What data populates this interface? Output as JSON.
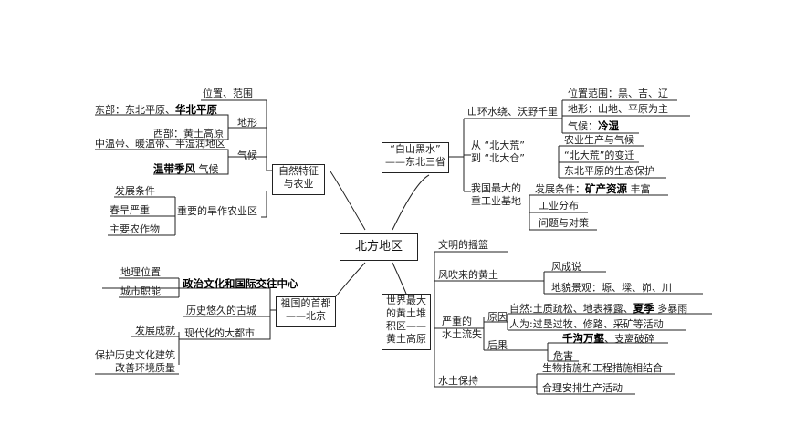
{
  "center": "北方地区",
  "left_top": {
    "node": [
      "自然特征",
      "与农业"
    ],
    "location": "位置、范围",
    "terrain_label": "地形",
    "terrain_east_prefix": "东部：东北平原、",
    "terrain_east_bold": "华北平原",
    "terrain_west": "西部：黄土高原",
    "climate_label": "气候",
    "climate_zones": "中温带、暖温带、半湿润地区",
    "climate_monsoon_bold": "温带季风",
    "climate_monsoon_suffix": " 气候",
    "agri_label": "重要的旱作农业区",
    "agri_items": [
      "发展条件",
      "春旱严重",
      "主要农作物"
    ]
  },
  "right_top": {
    "node": [
      "“白山黑水”",
      "——东北三省"
    ],
    "b1_label": "山环水绕、沃野千里",
    "b1_items": [
      "位置范围：黑、吉、辽",
      "地形：山地、平原为主"
    ],
    "b1_climate_prefix": "气候：",
    "b1_climate_bold": "冷湿",
    "b2_label": [
      "从 “北大荒”",
      "到 “北大仓”"
    ],
    "b2_items": [
      "农业生产与气候",
      "“北大荒”的变迁",
      "东北平原的生态保护"
    ],
    "b3_label": [
      "我国最大的",
      "重工业基地"
    ],
    "b3_cond_prefix": "发展条件：",
    "b3_cond_bold": "矿产资源",
    "b3_cond_suffix": "  丰富",
    "b3_items": [
      "工业分布",
      "问题与对策"
    ]
  },
  "left_bottom": {
    "node": [
      "祖国的首都",
      "——北京"
    ],
    "function_bold": "政治文化和国际交往中心",
    "items_left": [
      "地理位置",
      "城市职能"
    ],
    "ancient": "历史悠久的古城",
    "modern": "现代化的大都市",
    "modern_items": [
      "发展成就",
      "保护历史文化建筑",
      "改善环境质量"
    ]
  },
  "right_bottom": {
    "node": [
      "世界最大",
      "的黄土堆",
      "积区——",
      "黄土高原"
    ],
    "cradle": "文明的摇篮",
    "wind_label": "风吹来的黄土",
    "wind_items": [
      "风成说",
      "地貌景观：塬、墚、峁、川"
    ],
    "erosion_label": [
      "严重的",
      "水土流失"
    ],
    "cause_label": "原因",
    "natural_prefix": "自然:土质疏松、地表裸露、",
    "natural_bold": "夏季",
    "natural_suffix": " 多暴雨",
    "human": "人为:过垦过牧、修路、采矿等活动",
    "result_label": "后果",
    "result_bold": "千沟万壑",
    "result_suffix": "、支离破碎",
    "harm": "危害",
    "conservation_label": "水土保持",
    "conservation_items": [
      "生物措施和工程措施相结合",
      "合理安排生产活动"
    ]
  }
}
